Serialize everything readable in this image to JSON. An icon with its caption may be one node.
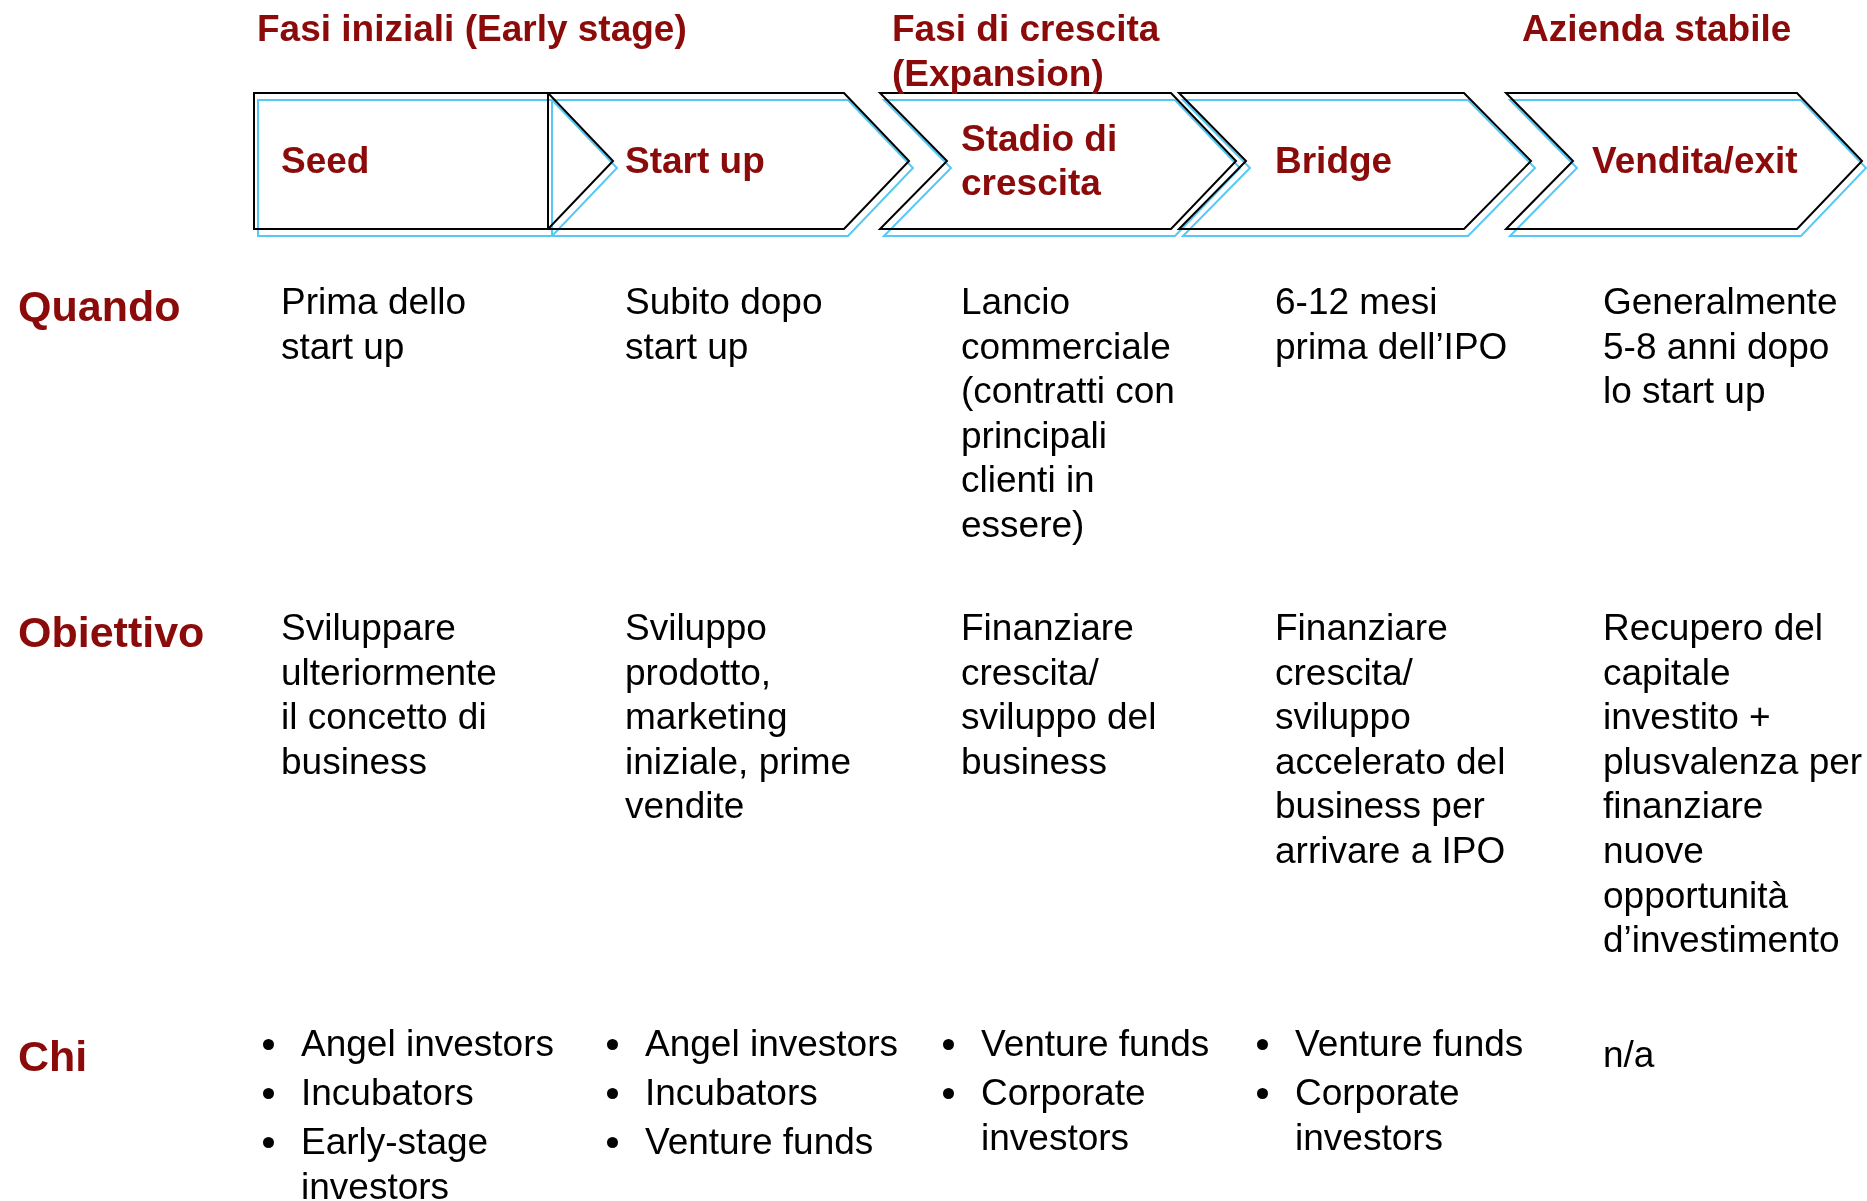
{
  "diagram": {
    "nodes": [
      {
        "text": [
          "Seed"
        ]
      },
      {
        "text": [
          "Start up"
        ]
      },
      {
        "text": [
          "Stadio di crescita"
        ]
      },
      {
        "text": [
          "Bridge"
        ]
      },
      {
        "text": [
          "Vendita/exit"
        ]
      }
    ],
    "edges": [],
    "labels": [
      "Fasi iniziali (Early stage)",
      "Fasi di crescita (Expansion)",
      "Azienda stabile",
      "Quando",
      "Prima dello start up",
      "Subito dopo start up",
      "Lancio commerciale (contratti con principali clienti in essere)",
      "6-12 mesi prima dell’IPO",
      "Generalmente 5-8 anni dopo lo start up",
      "Obiettivo",
      "Sviluppare ulteriormente il concetto di business",
      "Sviluppo prodotto, marketing iniziale, prime vendite",
      "Finanziare crescita/ sviluppo del business",
      "Finanziare crescita/ sviluppo accelerato del business per arrivare a IPO",
      "Recupero del capitale investito + plusvalenza per finanziare nuove opportunità d’investimento",
      "Chi",
      "Angel investors",
      "Incubators",
      "Early-stage investors",
      "Angel investors",
      "Incubators",
      "Venture funds",
      "Venture funds",
      "Corporate investors",
      "Venture funds",
      "Corporate investors",
      "n/a"
    ]
  }
}
